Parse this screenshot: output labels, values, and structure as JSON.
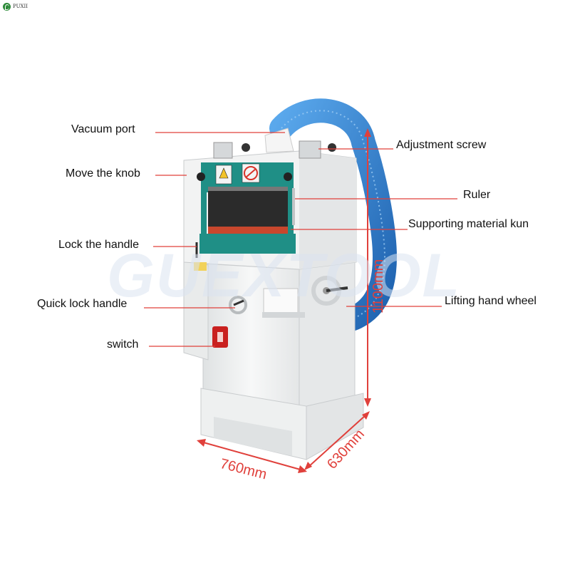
{
  "brand": {
    "logo_text": "PUXII"
  },
  "watermark": "GUEXTOOL",
  "labels": {
    "vacuum_port": "Vacuum port",
    "move_knob": "Move the knob",
    "lock_handle": "Lock the handle",
    "quick_lock_handle": "Quick lock handle",
    "switch": "switch",
    "adjustment_screw": "Adjustment screw",
    "ruler": "Ruler",
    "supporting_material": "Supporting material kun",
    "lifting_hand_wheel": "Lifting hand wheel"
  },
  "dimensions": {
    "width": "760mm",
    "depth": "630mm",
    "height": "1100mm"
  },
  "colors": {
    "callout_line": "#e0403b",
    "machine_body": "#f2f3f3",
    "machine_teal": "#1f8f86",
    "hose_blue": "#2f7fcf",
    "warning_red": "#d8332a"
  }
}
